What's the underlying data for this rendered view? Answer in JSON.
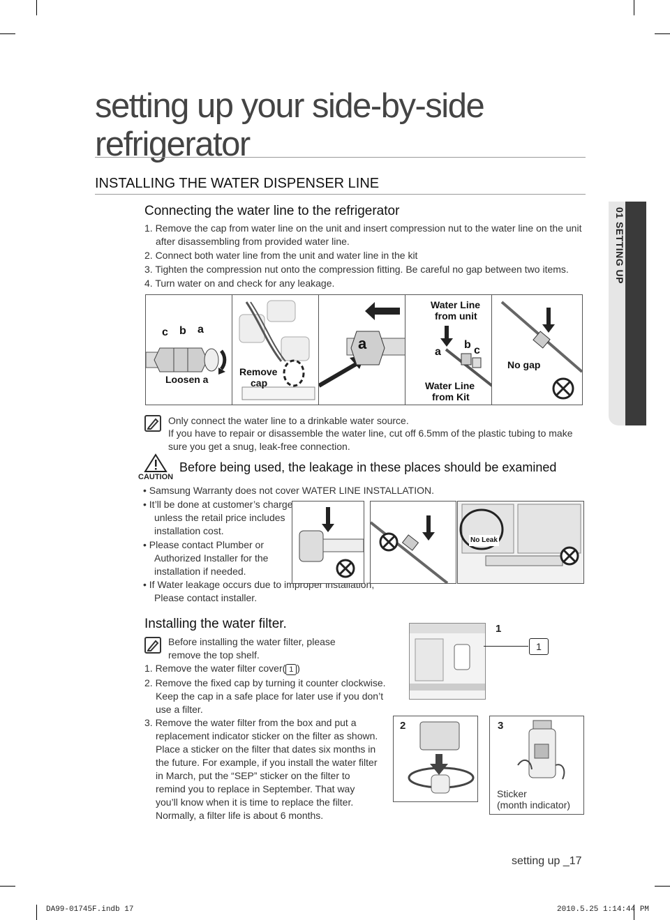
{
  "page": {
    "title_line1": "setting up your side-by-side",
    "title_line2": "refrigerator",
    "section_heading": "INSTALLING THE WATER DISPENSER LINE",
    "side_tab": "01 SETTING UP",
    "page_footer": "setting up _17",
    "file_info": "DA99-01745F.indb   17",
    "file_date": "2010.5.25   1:14:44 PM"
  },
  "connecting": {
    "heading": "Connecting the water line to the refrigerator",
    "steps": [
      "1. Remove the cap from water line on the unit and insert compression nut to the water line on the unit after disassembling from provided water line.",
      "2. Connect both water line from the unit and water line in the kit",
      "3. Tighten the compression nut onto the compression fitting. Be careful no gap between two items.",
      "4. Turn water on and check for any leakage."
    ]
  },
  "diagram1": {
    "p1_letters": [
      "c",
      "b",
      "a"
    ],
    "p1_label": "Loosen a",
    "p2_label_1": "Remove",
    "p2_label_2": "cap",
    "p3_letter": "a",
    "p4_top_1": "Water Line",
    "p4_top_2": "from unit",
    "p4_letters": [
      "a",
      "b",
      "c"
    ],
    "p4_bottom_1": "Water Line",
    "p4_bottom_2": "from Kit",
    "p5_label": "No gap"
  },
  "note1": {
    "icon": "note-pencil-icon",
    "lines": [
      "Only connect the water line to a drinkable water source.",
      "If you have to repair or disassemble the water line, cut off 6.5mm of the plastic tubing to make sure you get a snug, leak-free connection."
    ]
  },
  "caution": {
    "icon": "warning-triangle-icon",
    "label": "CAUTION",
    "heading": "Before being used, the leakage in these places should be examined",
    "bullets": [
      "Samsung Warranty does not cover  WATER LINE INSTALLATION.",
      "It’ll be done at customer’s charge unless the retail price includes installation cost.",
      "Please contact Plumber or Authorized Installer for the installation if needed.",
      "If Water leakage occurs due to improper installation, Please contact installer."
    ],
    "no_leak": "No Leak"
  },
  "filter": {
    "heading": "Installing the water filter.",
    "note": "Before installing the water filter, please remove the top shelf.",
    "step1_prefix": "1. Remove the water filter cover(",
    "step1_num": "1",
    "step1_suffix": ")",
    "step2": "2. Remove the fixed cap by turning it counter clockwise. Keep the cap in a safe place for later use if you don’t use a filter.",
    "step3": "3. Remove the water filter from the box and put a replacement indicator sticker on the filter as shown.  Place a sticker on the filter that dates six months in the future. For example, if you install the water filter  in March, put the “SEP” sticker on the filter to remind you to replace in September. That way you’ll know when it is time to replace the filter. Normally, a filter life is about 6 months.",
    "fig_num_1": "1",
    "fig_num_1_box": "1",
    "fig_num_2": "2",
    "fig_num_3": "3",
    "sticker_1": "Sticker",
    "sticker_2": "(month indicator)"
  }
}
